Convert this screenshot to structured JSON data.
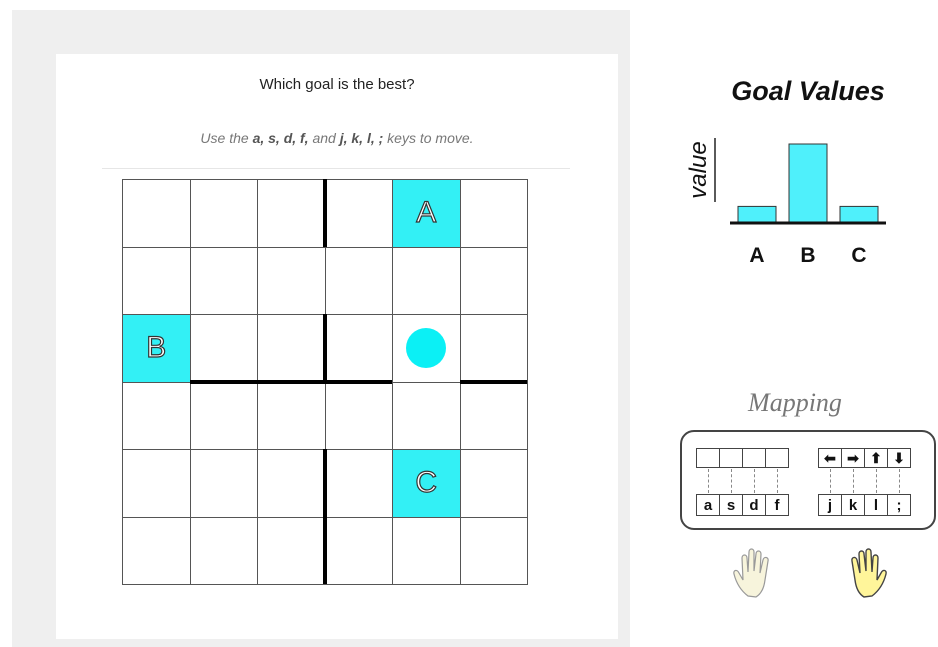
{
  "task": {
    "question": "Which goal is the best?",
    "instruction_prefix": "Use the ",
    "left_keys": "a, s, d, f,",
    "instruction_middle": " and ",
    "right_keys": "j, k, l, ;",
    "instruction_suffix": " keys to move."
  },
  "grid": {
    "rows": 6,
    "cols": 6,
    "goals": [
      {
        "label": "A",
        "row": 0,
        "col": 4
      },
      {
        "label": "B",
        "row": 2,
        "col": 0
      },
      {
        "label": "C",
        "row": 4,
        "col": 4
      }
    ],
    "agent": {
      "row": 2,
      "col": 4
    },
    "walls": [
      {
        "orientation": "vertical",
        "line": 3,
        "from": 0,
        "to": 1
      },
      {
        "orientation": "vertical",
        "line": 3,
        "from": 2,
        "to": 3
      },
      {
        "orientation": "horizontal",
        "line": 3,
        "from": 1,
        "to": 4
      },
      {
        "orientation": "horizontal",
        "line": 3,
        "from": 5,
        "to": 6
      },
      {
        "orientation": "vertical",
        "line": 3,
        "from": 4,
        "to": 6
      }
    ],
    "goal_color": "#33f0f5",
    "agent_color": "#0bf0f5"
  },
  "chart_data": {
    "type": "bar",
    "title": "Goal Values",
    "ylabel": "value",
    "xlabel": "",
    "categories": [
      "A",
      "B",
      "C"
    ],
    "values": [
      2,
      10,
      2
    ],
    "ylim": [
      0,
      10
    ],
    "bar_color": "#4ff0fb"
  },
  "mapping": {
    "title": "Mapping",
    "left_keys": [
      "a",
      "s",
      "d",
      "f"
    ],
    "right_keys": [
      "j",
      "k",
      "l",
      ";"
    ],
    "right_actions": [
      "left-arrow",
      "right-arrow",
      "up-arrow",
      "down-arrow"
    ],
    "right_action_glyphs": [
      "⬅",
      "➡",
      "⬆",
      "⬇"
    ],
    "left_hand_color": "#f7f4dc",
    "right_hand_color": "#fff59a"
  }
}
